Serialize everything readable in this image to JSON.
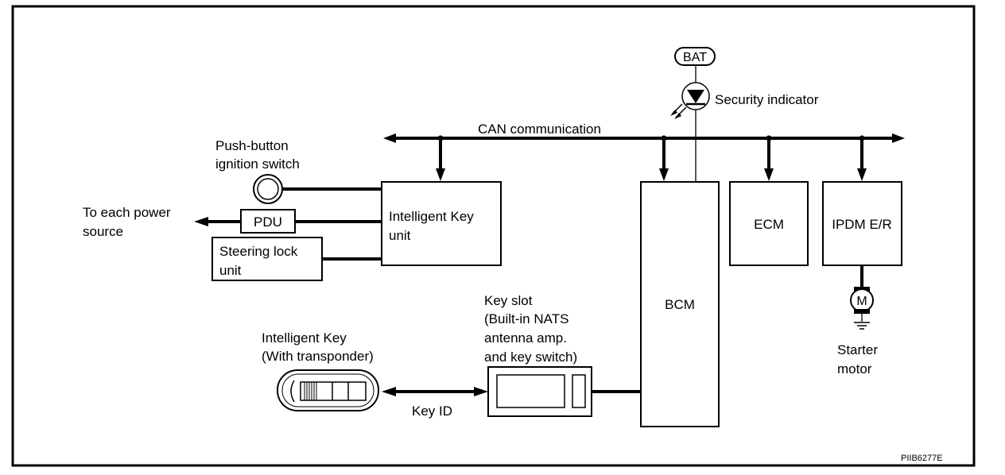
{
  "bus": {
    "label": "CAN communication"
  },
  "battery": {
    "label": "BAT"
  },
  "security_indicator": {
    "label": "Security indicator"
  },
  "push_button": {
    "label_line1": "Push-button",
    "label_line2": "ignition switch"
  },
  "power_source": {
    "label_line1": "To each power",
    "label_line2": "source"
  },
  "pdu": {
    "label": "PDU"
  },
  "steering_lock": {
    "label_line1": "Steering lock",
    "label_line2": "unit"
  },
  "intelligent_key_unit": {
    "label_line1": "Intelligent Key",
    "label_line2": "unit"
  },
  "bcm": {
    "label": "BCM"
  },
  "ecm": {
    "label": "ECM"
  },
  "ipdm": {
    "label": "IPDM E/R"
  },
  "motor": {
    "symbol": "M",
    "label_line1": "Starter",
    "label_line2": "motor"
  },
  "key_slot": {
    "label_line1": "Key slot",
    "label_line2": "(Built-in NATS",
    "label_line3": "antenna amp.",
    "label_line4": "and key switch)"
  },
  "intelligent_key": {
    "label_line1": "Intelligent Key",
    "label_line2": "(With transponder)"
  },
  "key_id": {
    "label": "Key ID"
  },
  "figure_code": "PIIB6277E"
}
